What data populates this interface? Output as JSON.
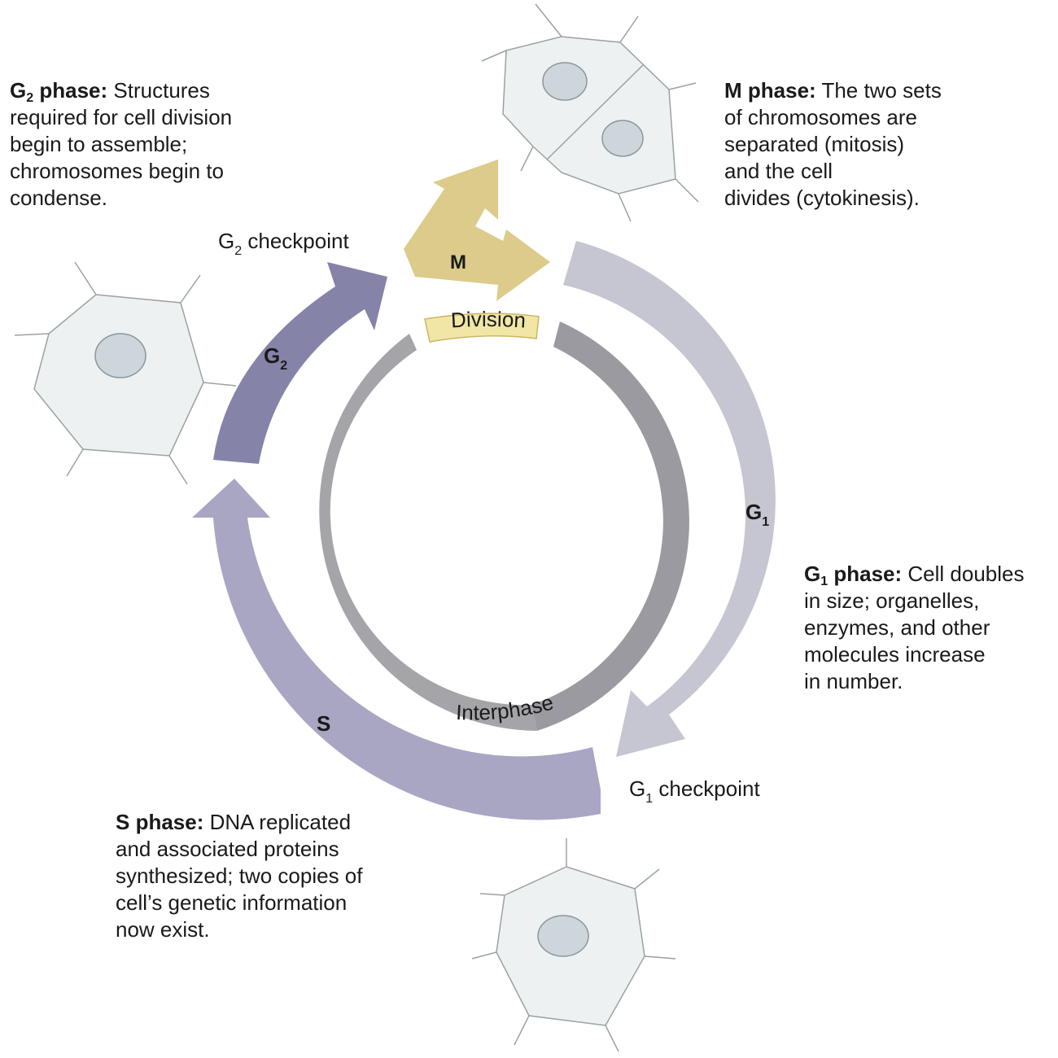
{
  "phase_labels": {
    "m": "M",
    "g1_base": "G",
    "g1_sub": "1",
    "g2_base": "G",
    "g2_sub": "2",
    "s": "S"
  },
  "ring_labels": {
    "division": "Division",
    "interphase": "Interphase"
  },
  "checkpoints": {
    "g2": {
      "base": "G",
      "sub": "2",
      "rest": " checkpoint"
    },
    "g1": {
      "base": "G",
      "sub": "1",
      "rest": " checkpoint"
    }
  },
  "descriptions": {
    "g2": {
      "lead_base": "G",
      "lead_sub": "2",
      "lead_rest": " phase:",
      "lines": [
        "Structures",
        "required for cell division",
        "begin to assemble;",
        "chromosomes begin to",
        "condense."
      ]
    },
    "m": {
      "lead": "M phase:",
      "lines": [
        "The two sets",
        "of chromosomes are",
        "separated (mitosis)",
        "and the cell",
        "divides (cytokinesis)."
      ]
    },
    "g1": {
      "lead_base": "G",
      "lead_sub": "1",
      "lead_rest": " phase:",
      "lines": [
        "Cell doubles",
        "in size; organelles,",
        "enzymes, and other",
        "molecules increase",
        "in number."
      ]
    },
    "s": {
      "lead": "S phase:",
      "lines": [
        "DNA replicated",
        "and associated proteins",
        "synthesized; two copies of",
        "cell’s genetic information",
        "now exist."
      ]
    }
  },
  "colors": {
    "g2_arrow": "#8583a8",
    "s_arrow": "#a9a6c4",
    "g1_arrow": "#c6c5d2",
    "m_arrow": "#dccb8a",
    "ring": "#a4a4a9",
    "division_tag": "#f2e6a6",
    "cell_fill": "#eef1f1",
    "nucleus_fill": "#cdd6da"
  }
}
